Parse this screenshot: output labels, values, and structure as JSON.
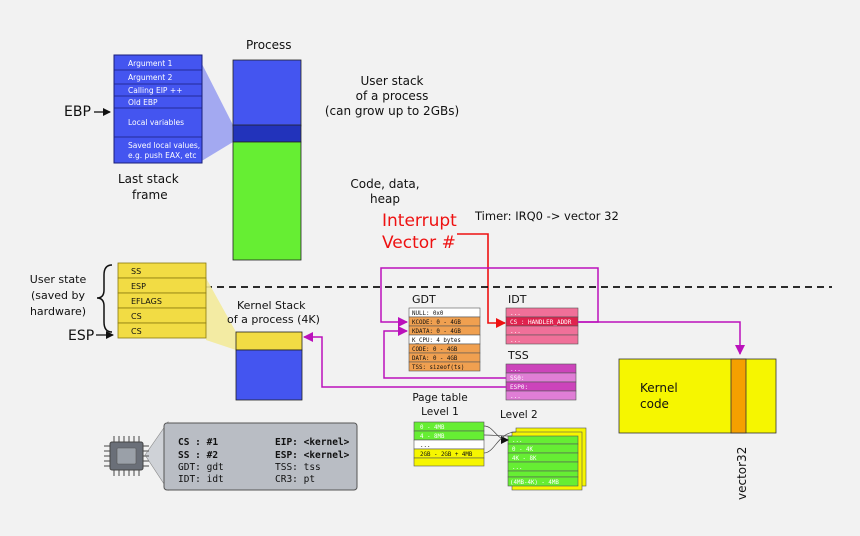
{
  "frame_stack": {
    "cells": [
      "Argument 1",
      "Argument 2",
      "Calling EIP ++",
      "Old EBP",
      "Local variables",
      "Saved local values,",
      "e.g. push EAX, etc"
    ],
    "caption_line1": "Last stack",
    "caption_line2": "frame",
    "ebp_label": "EBP"
  },
  "process": {
    "title": "Process",
    "user_stack_line1": "User stack",
    "user_stack_line2": "of a process",
    "user_stack_line3": "(can grow up to 2GBs)",
    "code_line1": "Code, data,",
    "code_line2": "heap"
  },
  "interrupt": {
    "line1": "Interrupt",
    "line2": "Vector #",
    "timer": "Timer: IRQ0 -> vector 32"
  },
  "user_state": {
    "line1": "User state",
    "line2": "(saved by",
    "line3": "hardware)",
    "esp_label": "ESP",
    "cells": [
      "SS",
      "ESP",
      "EFLAGS",
      "CS",
      "CS"
    ]
  },
  "kernel_stack": {
    "line1": "Kernel Stack",
    "line2": "of a process (4K)"
  },
  "gdt": {
    "title": "GDT",
    "rows": [
      "NULL: 0x0",
      "KCODE: 0 - 4GB",
      "KDATA: 0 - 4GB",
      "K_CPU: 4 bytes",
      "CODE: 0 - 4GB",
      "DATA: 0 - 4GB",
      "TSS: sizeof(ts)"
    ]
  },
  "idt": {
    "title": "IDT",
    "rows": [
      "...",
      "CS : HANDLER_ADDR",
      "...",
      "..."
    ]
  },
  "tss": {
    "title": "TSS",
    "rows": [
      "...",
      "SS0:",
      "ESP0:",
      "..."
    ]
  },
  "kernel_code": {
    "line1": "Kernel",
    "line2": "code",
    "vector_label": "vector32"
  },
  "page_table": {
    "title1_line1": "Page table",
    "title1_line2": "Level 1",
    "title2": "Level 2",
    "level1_rows": [
      "0 - 4MB",
      "4 - 8MB",
      "...",
      "2GB - 2GB + 4MB"
    ],
    "level2_rows": [
      "...",
      "0 - 4K",
      "4K - 8K",
      "...",
      "",
      "(4MB-4K) - 4MB"
    ]
  },
  "cpu": {
    "left_col": [
      "CS : #1",
      "SS : #2",
      "GDT: gdt",
      "IDT: idt"
    ],
    "right_col": [
      "EIP: <kernel>",
      "ESP: <kernel>",
      "TSS: tss",
      "CR3: pt"
    ]
  },
  "colors": {
    "stack_blue": "#4455f0",
    "stack_dark": "#2233bb",
    "green": "#66ee33",
    "yellow_cell": "#f2dc44",
    "red_text": "#ee1111",
    "purple_arrow": "#bb11bb",
    "kernel_yellow": "#f6f600",
    "orange": "#f5a000",
    "cpu_panel": "#b9bdc4"
  }
}
